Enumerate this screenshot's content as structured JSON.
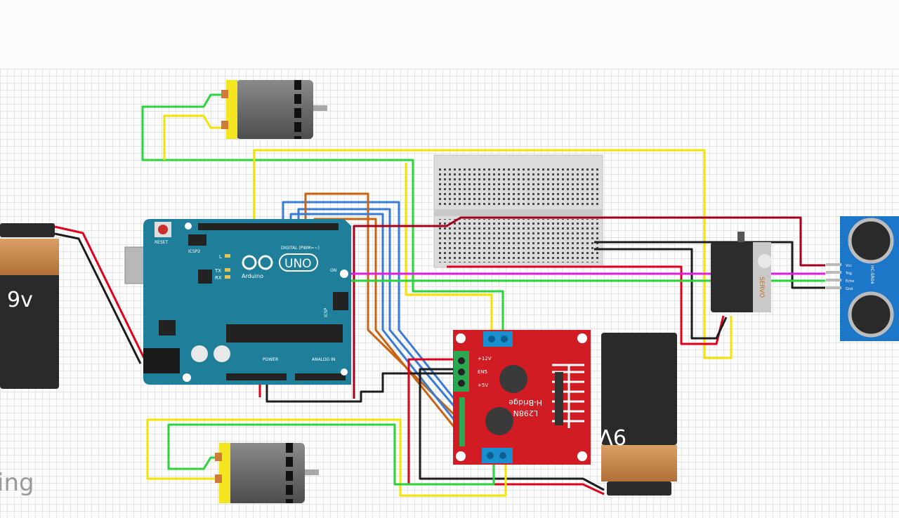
{
  "watermark": "ing",
  "battery_left": {
    "label": "9v"
  },
  "battery_right": {
    "label": "9V"
  },
  "arduino": {
    "brand": "Arduino",
    "model": "UNO",
    "reset_label": "RESET",
    "icsp2_label": "ICSP2",
    "icsp_label": "ICSP",
    "digital_label": "DIGITAL (PWM=~)",
    "power_label": "POWER",
    "analog_label": "ANALOG IN",
    "led_labels": [
      "L",
      "TX",
      "RX"
    ],
    "on_label": "ON"
  },
  "hbridge": {
    "name": "H-Bridge",
    "chip": "L298N",
    "pins": [
      "+12V",
      "EN5",
      "+5V"
    ]
  },
  "servo": {
    "label": "SERVO"
  },
  "ultrasonic": {
    "model": "HC-SR04",
    "pins": [
      "Vcc",
      "Trig",
      "Echo",
      "Gnd"
    ]
  },
  "colors": {
    "wire_red": "#e0001b",
    "wire_darkred": "#a4001a",
    "wire_black": "#1c1c1c",
    "wire_yellow": "#f4e300",
    "wire_green": "#2ad43a",
    "wire_blue": "#3a7bd5",
    "wire_orange": "#c86414",
    "wire_magenta": "#e020e0",
    "arduino": "#1f7f9a",
    "hbridge": "#d01c22",
    "sensor": "#1d77c9"
  }
}
